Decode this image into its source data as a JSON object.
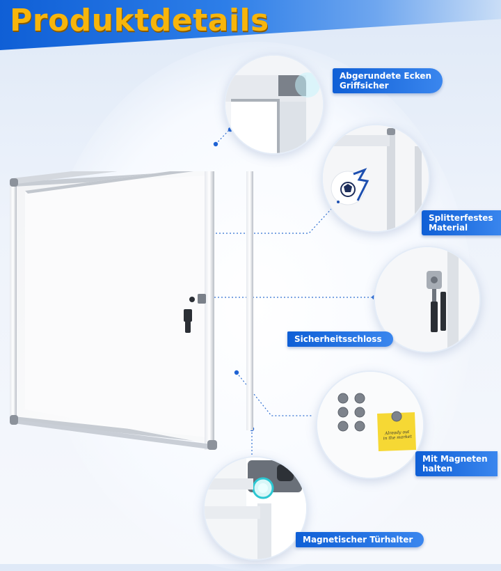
{
  "header": {
    "title": "Produktdetails"
  },
  "features": [
    {
      "line1": "Abgerundete Ecken",
      "line2": "Griffsicher"
    },
    {
      "line1": "Splitterfestes",
      "line2": "Material"
    },
    {
      "line1": "Sicherheitsschloss",
      "line2": ""
    },
    {
      "line1": "Mit Magneten",
      "line2": "halten"
    },
    {
      "line1": "Magnetischer Türhalter",
      "line2": ""
    }
  ],
  "sticky_note": {
    "line1": "Already out",
    "line2": "in the market"
  },
  "colors": {
    "accent": "#1565d8",
    "title": "#f7b50c",
    "frame": "#c9ced6"
  }
}
